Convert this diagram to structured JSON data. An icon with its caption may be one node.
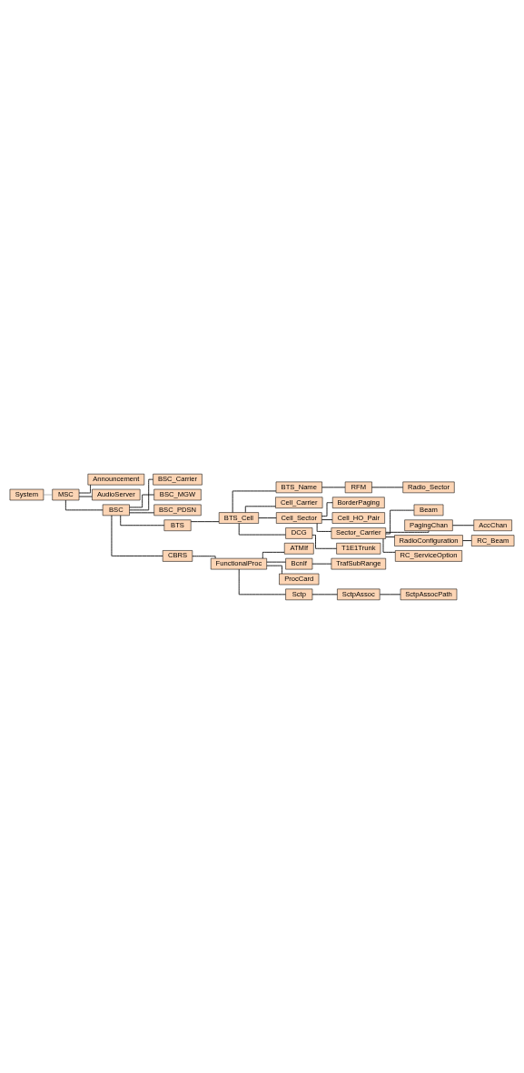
{
  "diagram": {
    "nodes": [
      {
        "text": [
          "System"
        ]
      },
      {
        "text": [
          "MSC"
        ]
      },
      {
        "text": [
          "Announcement"
        ]
      },
      {
        "text": [
          "AudioServer"
        ]
      },
      {
        "text": [
          "BSC"
        ]
      },
      {
        "text": [
          "BSC_Carrier"
        ]
      },
      {
        "text": [
          "BSC_MGW"
        ]
      },
      {
        "text": [
          "BSC_PDSN"
        ]
      },
      {
        "text": [
          "BTS"
        ]
      },
      {
        "text": [
          "BTS_Cell"
        ]
      },
      {
        "text": [
          "BTS_Name"
        ]
      },
      {
        "text": [
          "RFM"
        ]
      },
      {
        "text": [
          "Radio_Sector"
        ]
      },
      {
        "text": [
          "Cell_Carrier"
        ]
      },
      {
        "text": [
          "Cell_Sector"
        ]
      },
      {
        "text": [
          "BorderPaging"
        ]
      },
      {
        "text": [
          "Cell_HO_Pair"
        ]
      },
      {
        "text": [
          "Sector_Carrier"
        ]
      },
      {
        "text": [
          "Beam"
        ]
      },
      {
        "text": [
          "PagingChan"
        ]
      },
      {
        "text": [
          "AccChan"
        ]
      },
      {
        "text": [
          "RadioConfiguration"
        ]
      },
      {
        "text": [
          "RC_Beam"
        ]
      },
      {
        "text": [
          "RC_ServiceOption"
        ]
      },
      {
        "text": [
          "DCG"
        ]
      },
      {
        "text": [
          "T1E1Trunk"
        ]
      },
      {
        "text": [
          "CBRS"
        ]
      },
      {
        "text": [
          "FunctionalProc"
        ]
      },
      {
        "text": [
          "ATMIf"
        ]
      },
      {
        "text": [
          "BcnIf"
        ]
      },
      {
        "text": [
          "TrafSubRange"
        ]
      },
      {
        "text": [
          "ProcCard"
        ]
      },
      {
        "text": [
          "Sctp"
        ]
      },
      {
        "text": [
          "SctpAssoc"
        ]
      },
      {
        "text": [
          "SctpAssocPath"
        ]
      }
    ],
    "edges": [
      {
        "from": 0,
        "to": 1,
        "arrow": "none",
        "color": "#808080"
      },
      {
        "from": 1,
        "to": 2,
        "arrow": "none"
      },
      {
        "from": 1,
        "to": 3,
        "arrow": "none"
      },
      {
        "from": 1,
        "to": 4,
        "arrow": "none"
      },
      {
        "from": 4,
        "to": 5,
        "arrow": "none"
      },
      {
        "from": 4,
        "to": 6,
        "arrow": "none"
      },
      {
        "from": 4,
        "to": 7,
        "arrow": "none"
      },
      {
        "from": 4,
        "to": 8,
        "arrow": "none"
      },
      {
        "from": 8,
        "to": 9,
        "arrow": "none"
      },
      {
        "from": 9,
        "to": 10,
        "arrow": "none"
      },
      {
        "from": 10,
        "to": 11,
        "arrow": "none"
      },
      {
        "from": 11,
        "to": 12,
        "arrow": "none"
      },
      {
        "from": 9,
        "to": 13,
        "arrow": "none"
      },
      {
        "from": 9,
        "to": 14,
        "arrow": "none"
      },
      {
        "from": 14,
        "to": 15,
        "arrow": "none"
      },
      {
        "from": 14,
        "to": 16,
        "arrow": "none"
      },
      {
        "from": 14,
        "to": 17,
        "arrow": "none"
      },
      {
        "from": 17,
        "to": 18,
        "arrow": "none"
      },
      {
        "from": 17,
        "to": 19,
        "arrow": "none"
      },
      {
        "from": 19,
        "to": 20,
        "arrow": "none"
      },
      {
        "from": 17,
        "to": 21,
        "arrow": "none"
      },
      {
        "from": 21,
        "to": 22,
        "arrow": "none"
      },
      {
        "from": 17,
        "to": 23,
        "arrow": "none"
      },
      {
        "from": 9,
        "to": 24,
        "arrow": "none"
      },
      {
        "from": 24,
        "to": 25,
        "arrow": "none"
      },
      {
        "from": 4,
        "to": 26,
        "arrow": "none"
      },
      {
        "from": 26,
        "to": 27,
        "arrow": "none"
      },
      {
        "from": 27,
        "to": 28,
        "arrow": "none"
      },
      {
        "from": 27,
        "to": 29,
        "arrow": "none"
      },
      {
        "from": 29,
        "to": 30,
        "arrow": "none"
      },
      {
        "from": 27,
        "to": 31,
        "arrow": "none"
      },
      {
        "from": 27,
        "to": 32,
        "arrow": "none"
      },
      {
        "from": 32,
        "to": 33,
        "arrow": "none"
      },
      {
        "from": 33,
        "to": 34,
        "arrow": "none"
      }
    ]
  }
}
